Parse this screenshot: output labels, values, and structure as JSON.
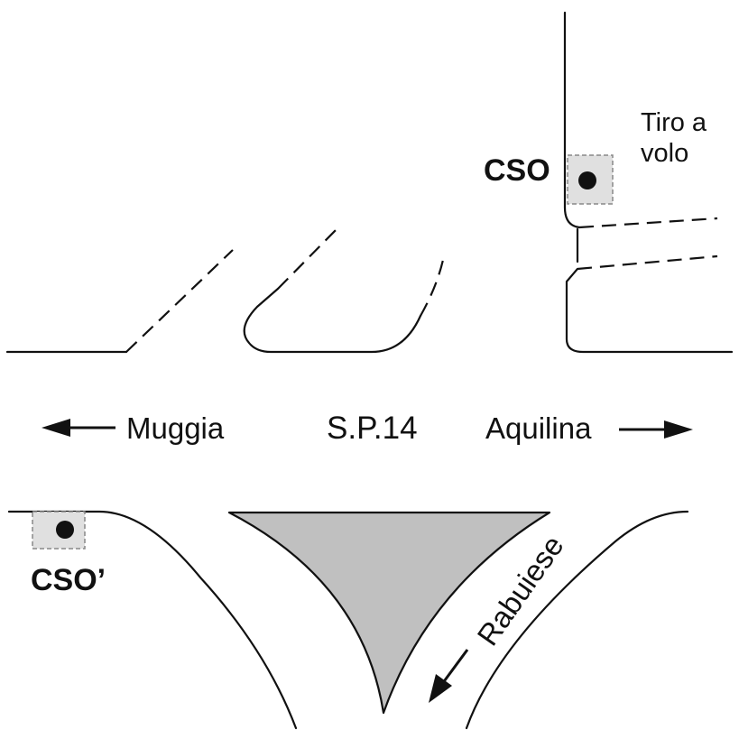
{
  "labels": {
    "road": "S.P.14",
    "west": "Muggia",
    "east": "Aquilina",
    "side_road": "Rabuiese",
    "site_top": "Tiro a",
    "site_bottom": "volo"
  },
  "stations": {
    "primary": "CSO",
    "secondary": "CSO’"
  },
  "colors": {
    "line": "#111111",
    "island_fill": "#c0c0c0",
    "station_box_fill": "#e0e0e0",
    "station_box_stroke": "#888888",
    "marker": "#111111"
  }
}
